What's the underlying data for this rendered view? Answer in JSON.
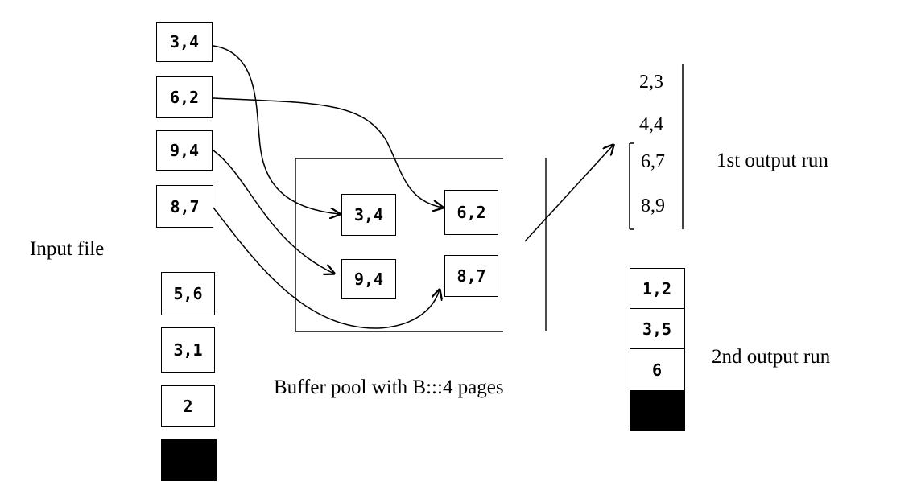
{
  "input_file": {
    "label": "Input file",
    "pages": [
      "3,4",
      "6,2",
      "9,4",
      "8,7",
      "5,6",
      "3,1",
      "2",
      ""
    ]
  },
  "buffer_pool": {
    "label": "Buffer pool with B:::4 pages",
    "pages": [
      "3,4",
      "6,2",
      "9,4",
      "8,7"
    ]
  },
  "first_output_run": {
    "label": "1st output run",
    "pages": [
      "2,3",
      "4,4",
      "6,7",
      "8,9"
    ]
  },
  "second_output_run": {
    "label": "2nd output run",
    "pages": [
      "1,2",
      "3,5",
      "6",
      ""
    ]
  }
}
